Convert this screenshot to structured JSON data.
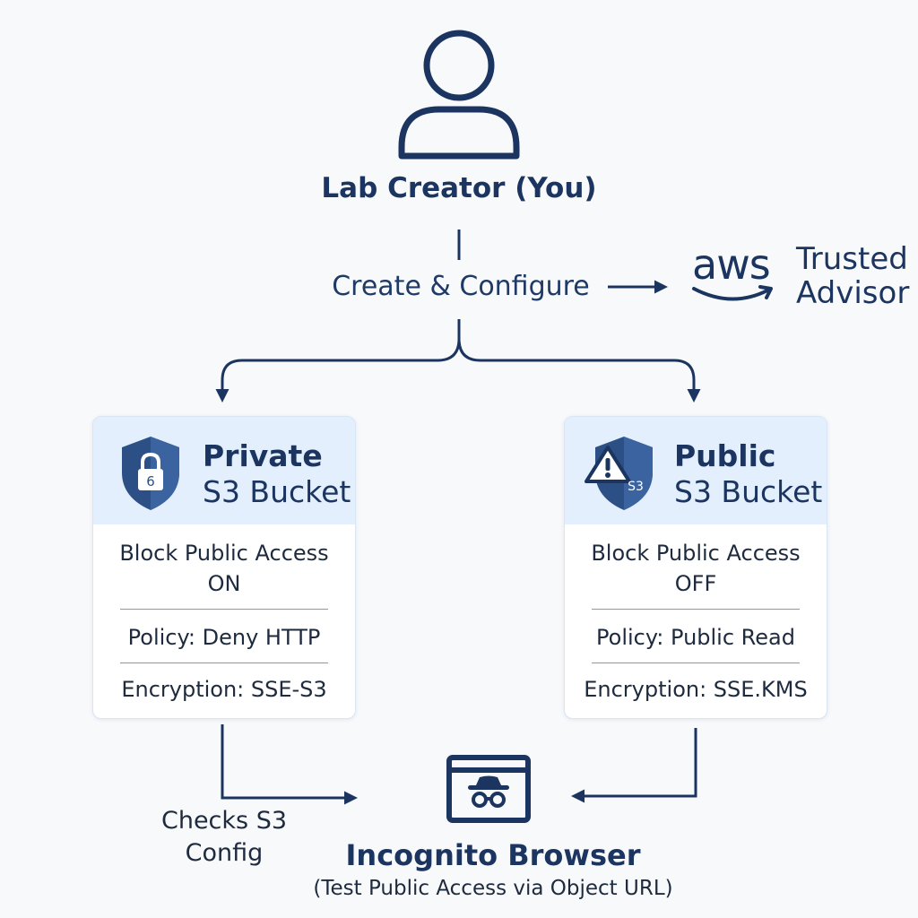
{
  "user": {
    "icon": "user-icon",
    "title": "Lab Creator (You)"
  },
  "action_label": "Create & Configure",
  "aws": {
    "logo_text": "aws",
    "service_line1": "Trusted",
    "service_line2": "Advisor"
  },
  "private_bucket": {
    "icon": "lock-shield-icon",
    "badge_char": "6",
    "title_line1": "Private",
    "title_line2": "S3 Bucket",
    "block_access_label": "Block Public Access",
    "block_access_value": "ON",
    "policy": "Policy: Deny HTTP",
    "encryption": "Encryption: SSE-S3"
  },
  "public_bucket": {
    "icon": "warning-shield-icon",
    "badge_text": "S3",
    "title_line1": "Public",
    "title_line2": "S3 Bucket",
    "block_access_label": "Block Public Access",
    "block_access_value": "OFF",
    "policy": "Policy: Public Read",
    "encryption": "Encryption: SSE.KMS"
  },
  "checks_label_line1": "Checks S3",
  "checks_label_line2": "Config",
  "browser": {
    "icon": "incognito-browser-icon",
    "title": "Incognito Browser",
    "subtitle": "(Test Public Access via Object URL)"
  },
  "colors": {
    "primary": "#1b3560",
    "card_header": "#e3effc",
    "shield": "#2c4f86",
    "background": "#f8f9fb"
  }
}
